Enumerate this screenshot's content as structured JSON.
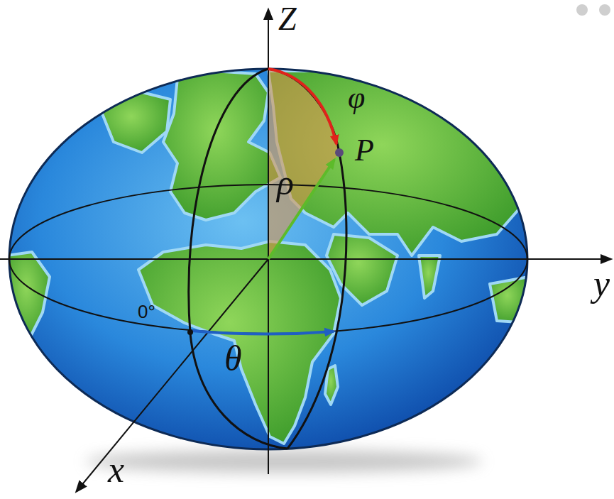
{
  "diagram": {
    "labels": [
      "Z",
      "φ",
      "P",
      "ρ",
      "y",
      "0°",
      "θ",
      "x"
    ]
  }
}
